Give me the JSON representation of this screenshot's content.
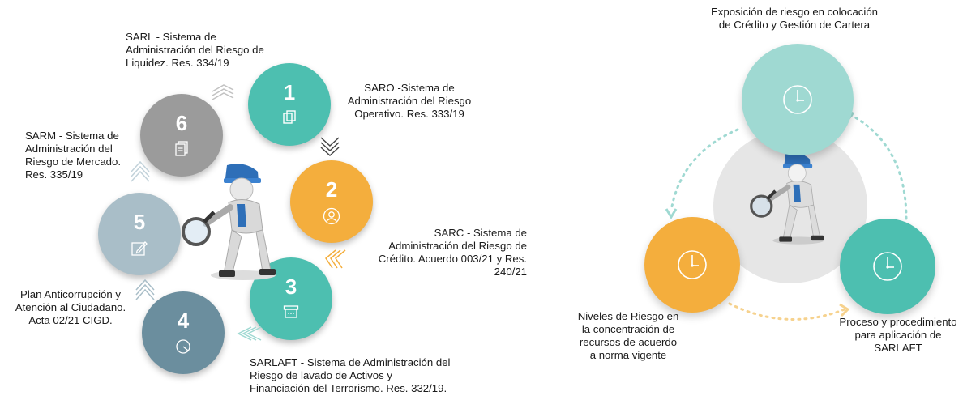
{
  "left": {
    "steps": [
      {
        "num": "1",
        "label": "SARO -Sistema de\nAdministración del Riesgo\nOperativo. Res. 333/19",
        "color": "#4dbfb0",
        "icon": "copy-icon"
      },
      {
        "num": "2",
        "label": "SARC - Sistema de\nAdministración del Riesgo de\nCrédito.  Acuerdo 003/21 y Res.\n240/21",
        "color": "#f4ae3d",
        "icon": "user-icon"
      },
      {
        "num": "3",
        "label": "SARLAFT - Sistema de Administración del\nRiesgo  de  lavado  de  Activos  y\nFinanciación del Terrorismo. Res. 332/19.",
        "color": "#4dbfb0",
        "icon": "archive-icon"
      },
      {
        "num": "4",
        "label": "Plan Anticorrupción y\nAtención al Ciudadano.\nActa 02/21 CIGD.",
        "color": "#6b8e9e",
        "icon": "pie-chart-icon"
      },
      {
        "num": "5",
        "label": "SARM - Sistema de\nAdministración del\nRiesgo de Mercado.\nRes. 335/19",
        "color": "#a9bec8",
        "icon": "edit-icon"
      },
      {
        "num": "6",
        "label": "SARL - Sistema de\nAdministración del Riesgo de\nLiquidez. Res. 334/19",
        "color": "#9b9b9b",
        "icon": "document-icon"
      }
    ]
  },
  "right": {
    "top_label": "Exposición de riesgo en colocación\nde Crédito y Gestión de Cartera",
    "left_label": "Niveles de Riesgo en\nla concentración de\nrecursos de acuerdo\na norma vigente",
    "right_label": "Proceso y procedimiento\npara aplicación de\nSARLAFT",
    "colors": {
      "top": "#9fd9d2",
      "left": "#f4ae3d",
      "right": "#4dbfb0",
      "center": "#e6e6e6"
    }
  }
}
